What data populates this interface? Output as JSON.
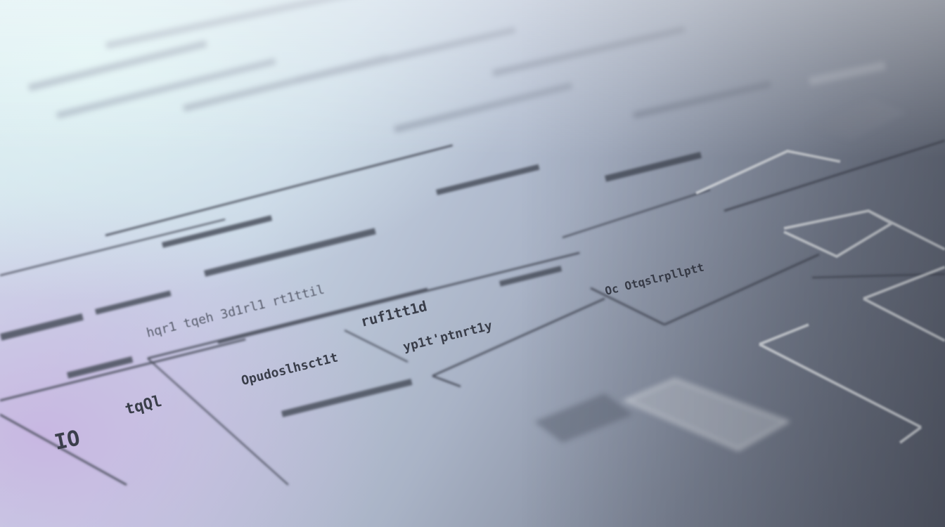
{
  "scene": {
    "description_free": true,
    "accent_colors": {
      "light_corner": "#e1f5f5",
      "lavender": "#c8b4e1",
      "steel": "#7d8596",
      "dark": "#5e6473",
      "ink": "#3a3e4a",
      "highlight_box": "#eef2f6"
    }
  },
  "marks": {
    "io_label": "IO",
    "label_a": "Oc Otqslrpllptt",
    "label_b": "ruf1tt1d",
    "label_c": "hqr1 tqeh 3d1rl1 rt1ttil",
    "label_d": "Opudoslhsct1t",
    "label_e": "yp1t'ptnrt1y",
    "label_f": "tqQl"
  }
}
